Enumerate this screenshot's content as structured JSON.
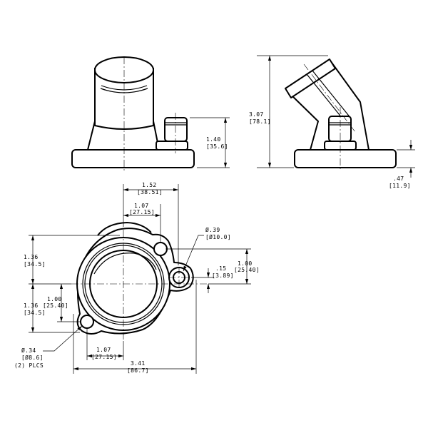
{
  "dimensions": {
    "front_height": {
      "inch": "1.40",
      "mm": "[35.6]"
    },
    "side_height": {
      "inch": "3.07",
      "mm": "[78.1]"
    },
    "flange_thickness": {
      "inch": ".47",
      "mm": "[11.9]"
    },
    "top_width_outer": {
      "inch": "1.52",
      "mm": "[38.51]"
    },
    "top_width_inner": {
      "inch": "1.07",
      "mm": "[27.15]"
    },
    "bolt_hole_dia": {
      "inch": "Ø.39",
      "mm": "[Ø10.0]"
    },
    "right_vertical": {
      "inch": "1.00",
      "mm": "[25.40]"
    },
    "right_offset": {
      "inch": ".15",
      "mm": "[3.89]"
    },
    "left_upper": {
      "inch": "1.36",
      "mm": "[34.5]"
    },
    "left_mid": {
      "inch": "1.00",
      "mm": "[25.40]"
    },
    "left_lower": {
      "inch": "1.36",
      "mm": "[34.5]"
    },
    "small_hole_dia": {
      "inch": "Ø.34",
      "mm": "[Ø8.6]",
      "note": "(2) PLCS"
    },
    "bottom_inner": {
      "inch": "1.07",
      "mm": "[27.15]"
    },
    "overall_width": {
      "inch": "3.41",
      "mm": "[86.7]"
    }
  }
}
